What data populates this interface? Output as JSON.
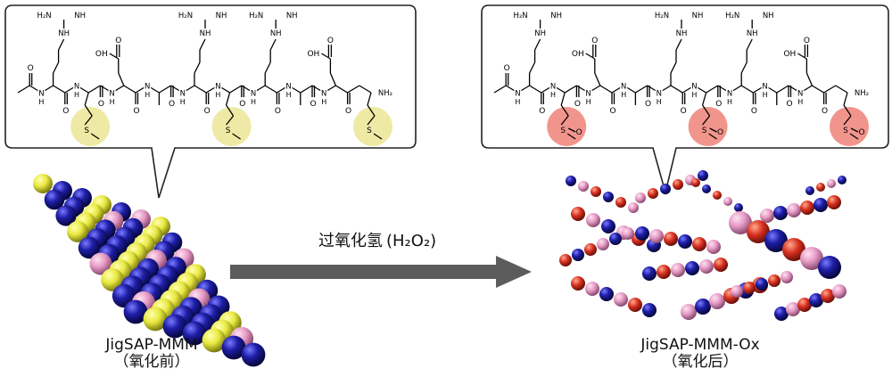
{
  "reaction": {
    "reagent_label": "过氧化氢",
    "formula": "(H₂O₂)"
  },
  "left_panel": {
    "name": "JigSAP-MMM",
    "state": "（氧化前）",
    "side_chain": "S",
    "highlight_color": "#ece79a"
  },
  "right_panel": {
    "name": "JigSAP-MMM-Ox",
    "state": "（氧化后）",
    "side_chain_s": "S",
    "side_chain_o": "O",
    "highlight_color": "#f08a80"
  },
  "peptide_labels": {
    "amine_top": "H₂N",
    "imine": "NH",
    "amide_n": "N",
    "h": "H",
    "oh": "OH",
    "o": "O",
    "nh2": "NH₂"
  },
  "colors": {
    "blue_sphere": "#1a1a8c",
    "yellow_sphere": "#e6e640",
    "pink_sphere": "#e89ac4",
    "red_sphere": "#d83020",
    "arrow": "#5c5c5c"
  }
}
